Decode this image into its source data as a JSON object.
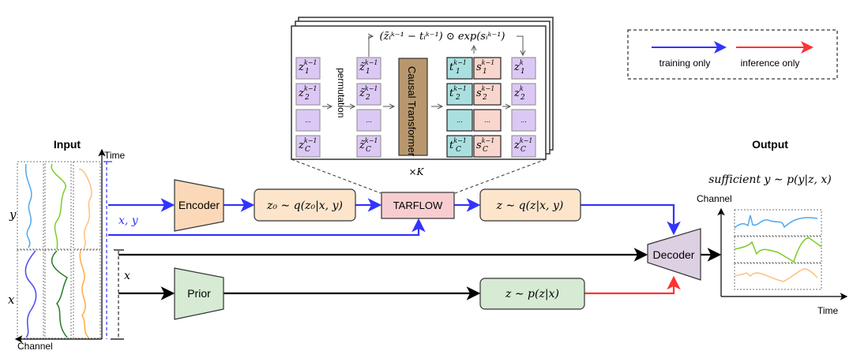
{
  "legend": {
    "training_label": "training only",
    "inference_label": "inference only",
    "training_color": "#3333ff",
    "inference_color": "#ff3333"
  },
  "input": {
    "title": "Input",
    "y_label": "y",
    "x_label": "x",
    "time_axis": "Time",
    "channel_axis": "Channel",
    "xy_label": "x, y",
    "x_branch_label": "x"
  },
  "blocks": {
    "encoder": "Encoder",
    "prior": "Prior",
    "decoder": "Decoder",
    "tarflow": "TARFLOW",
    "z0_posterior": "z₀ ∼ q(z₀|x, y)",
    "z_posterior": "z ∼ q(z|x, y)",
    "z_prior": "z ∼ p(z|x)"
  },
  "tarflow_detail": {
    "formula": "(z̃ᵢᵏ⁻¹ − tᵢᵏ⁻¹) ⊙ exp(sᵢᵏ⁻¹)",
    "permutation": "permutation",
    "causal_transformer": "Causal Transformer",
    "repeat": "×K",
    "columns": {
      "input": [
        {
          "b": "z",
          "sub": "1",
          "sup": "k−1"
        },
        {
          "b": "z",
          "sub": "2",
          "sup": "k−1"
        },
        {
          "b": "...",
          "sub": "",
          "sup": ""
        },
        {
          "b": "z",
          "sub": "C",
          "sup": "k−1"
        }
      ],
      "permuted": [
        {
          "b": "z̃",
          "sub": "1",
          "sup": "k−1"
        },
        {
          "b": "z̃",
          "sub": "2",
          "sup": "k−1"
        },
        {
          "b": "...",
          "sub": "",
          "sup": ""
        },
        {
          "b": "z̃",
          "sub": "C",
          "sup": "k−1"
        }
      ],
      "t": [
        {
          "b": "t",
          "sub": "1",
          "sup": "k−1"
        },
        {
          "b": "t",
          "sub": "2",
          "sup": "k−1"
        },
        {
          "b": "...",
          "sub": "",
          "sup": ""
        },
        {
          "b": "t",
          "sub": "C",
          "sup": "k−1"
        }
      ],
      "s": [
        {
          "b": "s",
          "sub": "1",
          "sup": "k−1"
        },
        {
          "b": "s",
          "sub": "2",
          "sup": "k−1"
        },
        {
          "b": "...",
          "sub": "",
          "sup": ""
        },
        {
          "b": "s",
          "sub": "C",
          "sup": "k−1"
        }
      ],
      "output": [
        {
          "b": "z",
          "sub": "1",
          "sup": "k"
        },
        {
          "b": "z",
          "sub": "2",
          "sup": "k"
        },
        {
          "b": "...",
          "sub": "",
          "sup": ""
        },
        {
          "b": "z",
          "sub": "C",
          "sup": "k−1"
        }
      ]
    }
  },
  "output": {
    "title": "Output",
    "caption": "sufficient y ∼ p(y|z, x)",
    "channel_axis": "Channel",
    "time_axis": "Time"
  },
  "colors": {
    "encoder_fill": "#fbd9b8",
    "posterior_fill": "#fde5cc",
    "prior_fill": "#d6ead4",
    "tarflow_fill": "#f7cdd0",
    "decoder_fill": "#dcd0e2",
    "latent_fill": "#dcc8f5",
    "t_fill": "#aadfe0",
    "s_fill": "#f8d5cd",
    "transformer_fill": "#b8976e"
  }
}
